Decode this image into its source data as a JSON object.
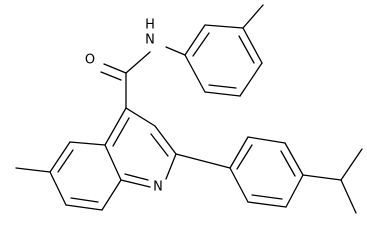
{
  "structure": {
    "atoms": {
      "amide_oxygen": "O",
      "amide_nh": "N",
      "amide_h": "H",
      "quinoline_nitrogen": "N"
    },
    "line_color": "#000000",
    "background_color": "#ffffff"
  }
}
